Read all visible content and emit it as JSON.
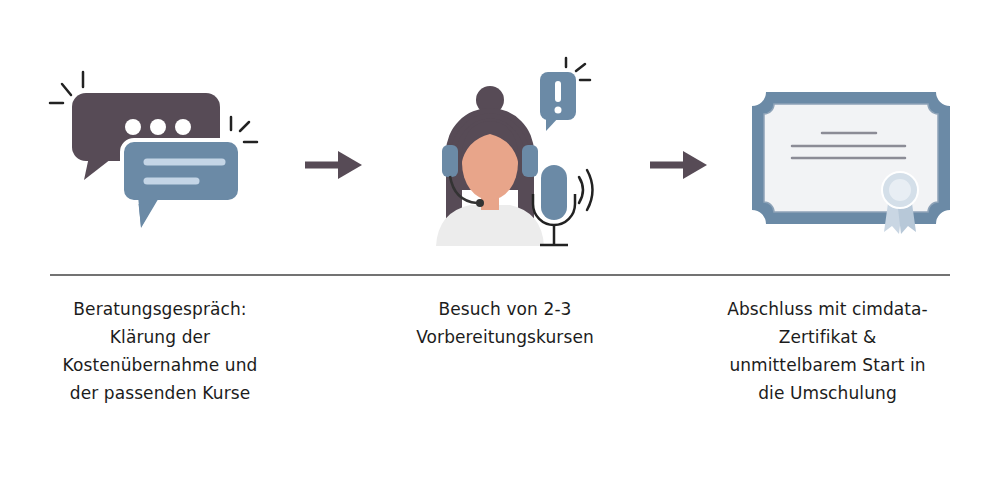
{
  "diagram": {
    "nodes": [
      {
        "text": [
          "Beratungsgespräch: Klärung der Kostenübernahme und der passenden Kurse"
        ]
      },
      {
        "text": [
          "Besuch von 2-3 Vorbereitungskursen"
        ]
      },
      {
        "text": [
          "Abschluss mit cimdata-Zertifikat & unmittelbarem Start in die Umschulung"
        ]
      }
    ],
    "edges": [
      {
        "from": 0,
        "to": 1,
        "arrow": "to"
      },
      {
        "from": 1,
        "to": 2,
        "arrow": "to"
      }
    ]
  }
}
